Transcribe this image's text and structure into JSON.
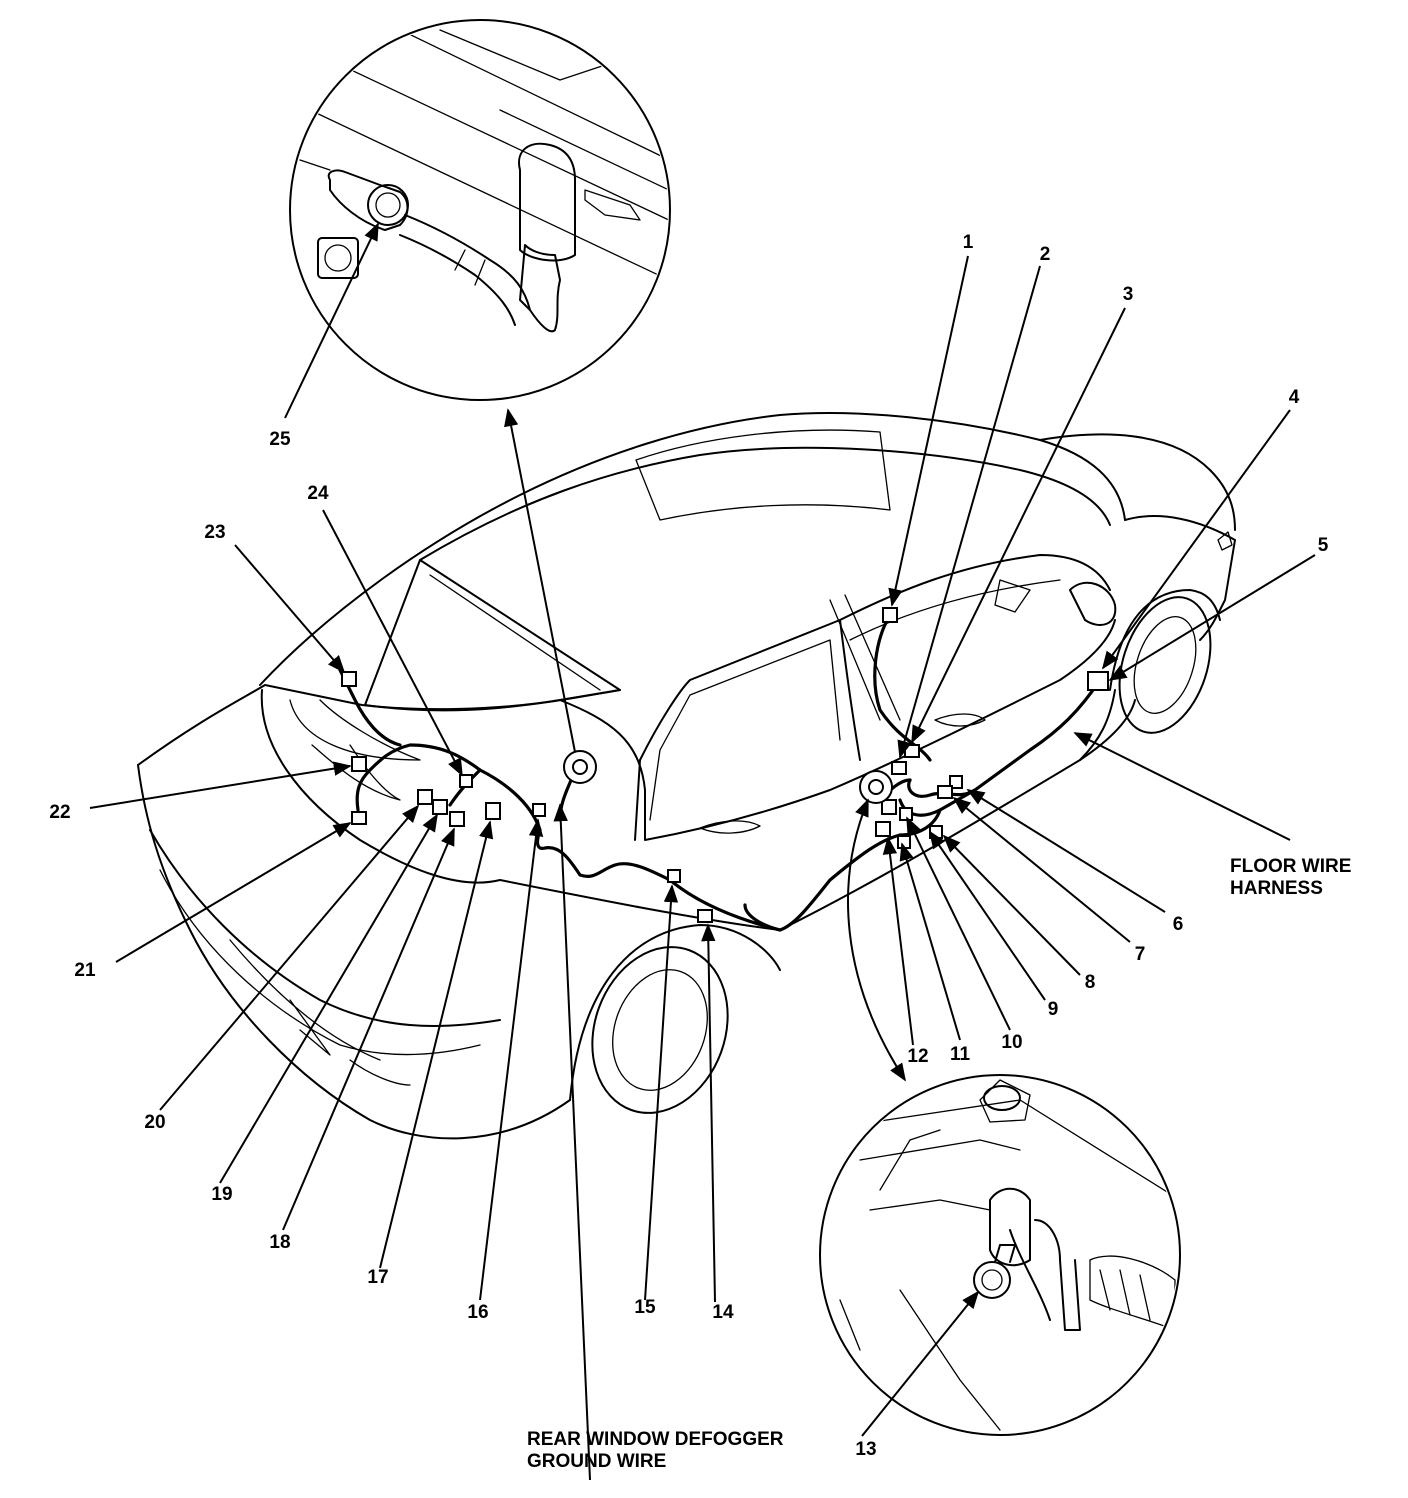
{
  "labels": {
    "floor_wire_harness": [
      "FLOOR WIRE",
      "HARNESS"
    ],
    "rear_defogger_ground": [
      "REAR WINDOW DEFOGGER",
      "GROUND WIRE"
    ]
  },
  "callouts": [
    "1",
    "2",
    "3",
    "4",
    "5",
    "6",
    "7",
    "8",
    "9",
    "10",
    "11",
    "12",
    "13",
    "14",
    "15",
    "16",
    "17",
    "18",
    "19",
    "20",
    "21",
    "22",
    "23",
    "24",
    "25"
  ]
}
